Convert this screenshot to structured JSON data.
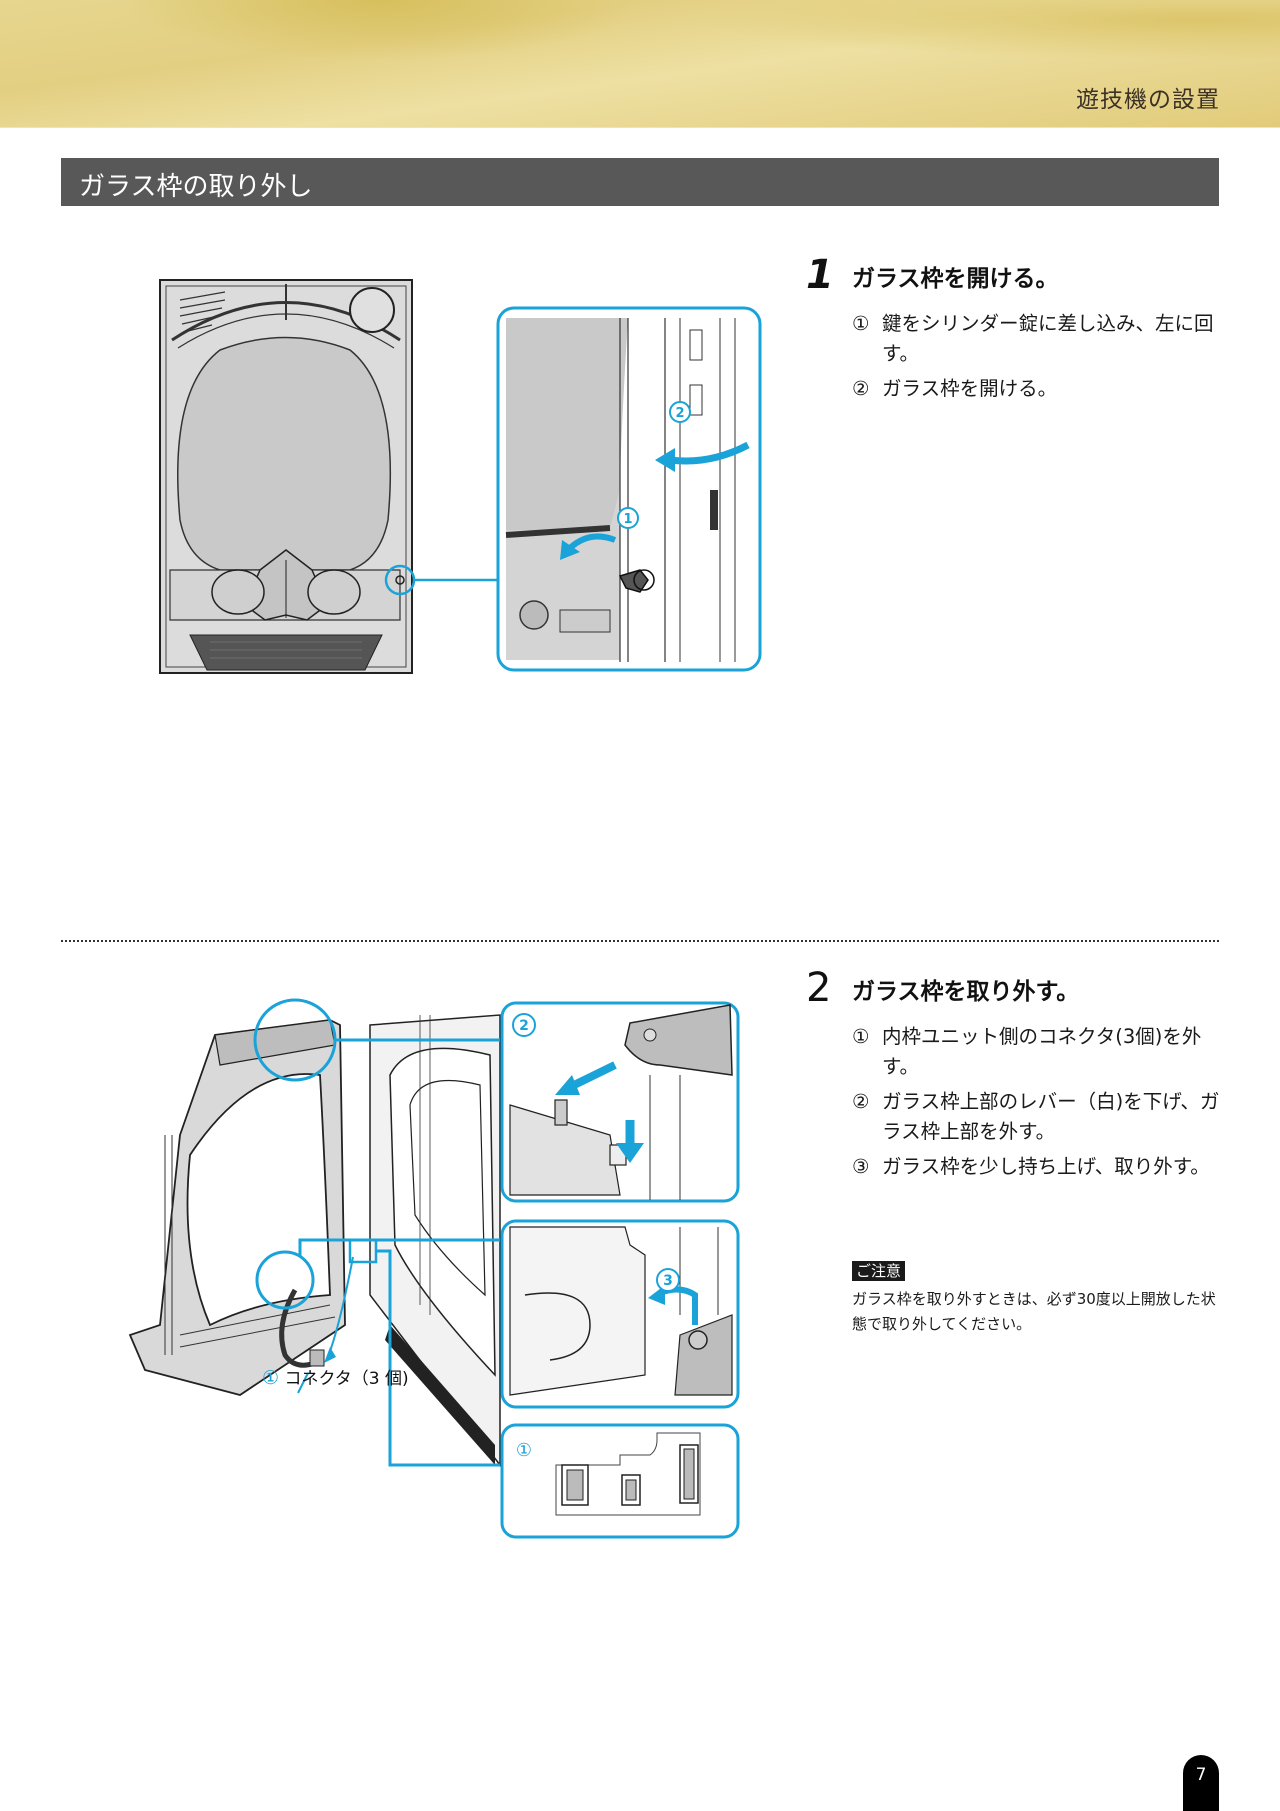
{
  "header": {
    "chapter_title": "遊技機の設置"
  },
  "section": {
    "title": "ガラス枠の取り外し"
  },
  "steps": [
    {
      "number": "1",
      "title": "ガラス枠を開ける。",
      "items": [
        {
          "mark": "①",
          "text": "鍵をシリンダー錠に差し込み、左に回す。"
        },
        {
          "mark": "②",
          "text": "ガラス枠を開ける。"
        }
      ],
      "figure": {
        "main_view": "machine-front-view",
        "detail_callouts": [
          "①",
          "②"
        ]
      }
    },
    {
      "number": "2",
      "title": "ガラス枠を取り外す。",
      "items": [
        {
          "mark": "①",
          "text": "内枠ユニット側のコネクタ(3個)を外す。"
        },
        {
          "mark": "②",
          "text": "ガラス枠上部のレバー（白)を下げ、ガラス枠上部を外す。"
        },
        {
          "mark": "③",
          "text": "ガラス枠を少し持ち上げ、取り外す。"
        }
      ],
      "figure": {
        "main_view": "machine-open-perspective",
        "connector_label_mark": "①",
        "connector_label_text": "コネクタ（3 個)",
        "detail_callouts": [
          "②",
          "③",
          "①"
        ]
      }
    }
  ],
  "caution": {
    "badge": "ご注意",
    "text": "ガラス枠を取り外すときは、必ず30度以上開放した状態で取り外してください。"
  },
  "footer": {
    "page_number": "7"
  },
  "colors": {
    "accent_blue": "#1aa3d8",
    "section_bar": "#595858",
    "header_gold": "#e3cf82"
  }
}
